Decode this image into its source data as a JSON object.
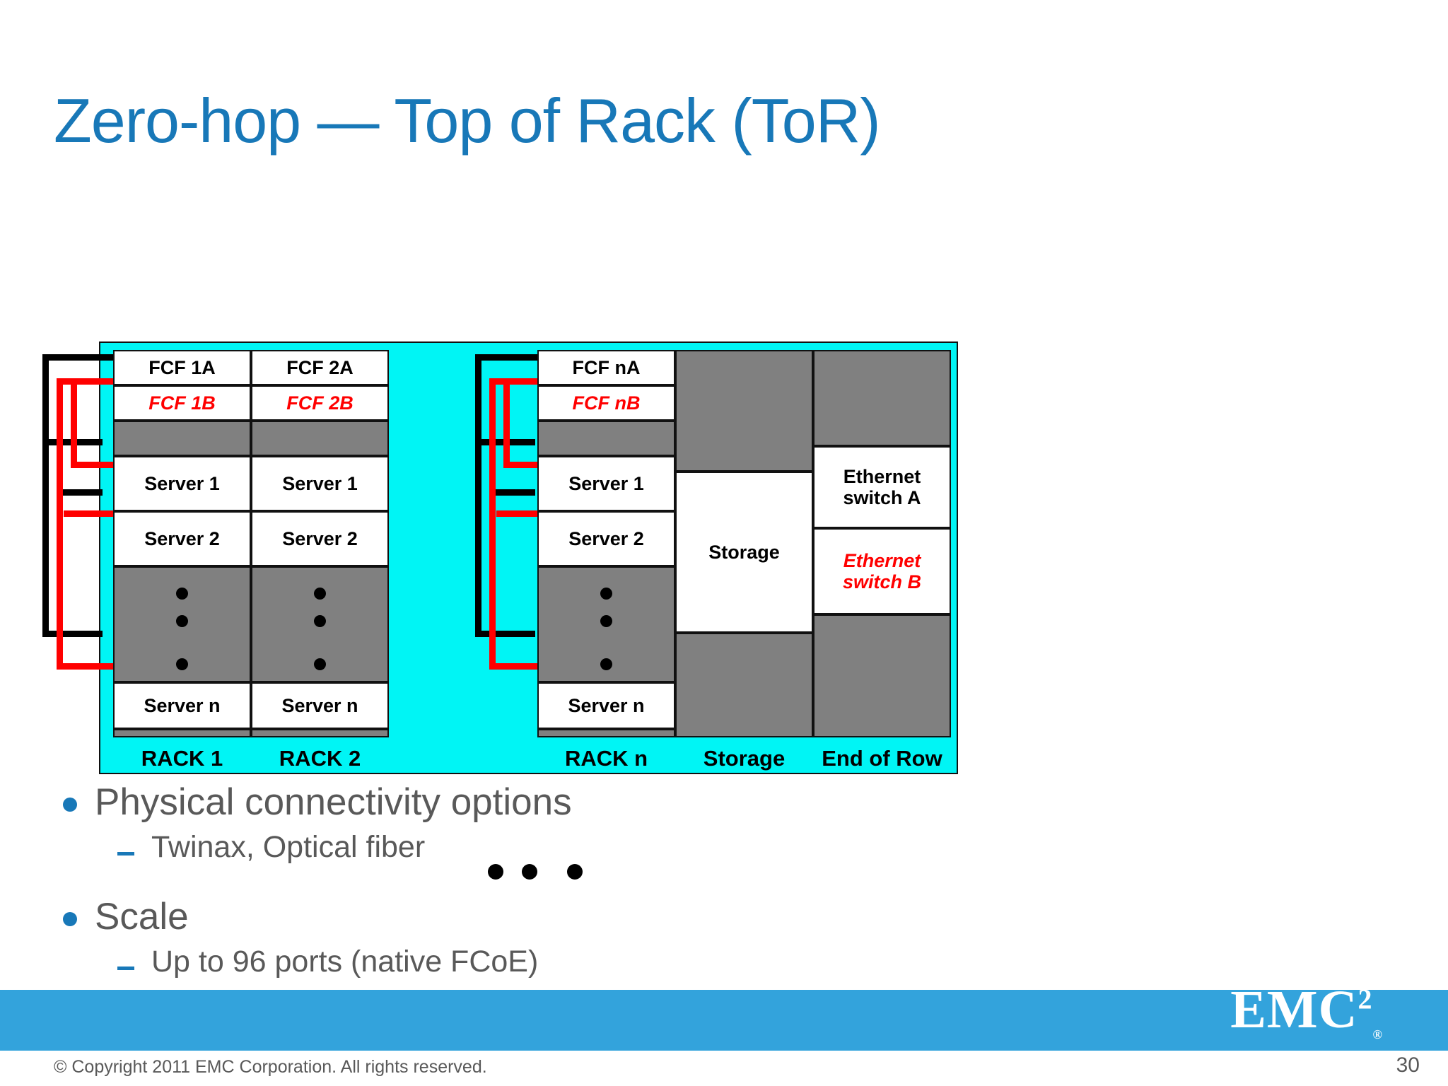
{
  "slide": {
    "title": "Zero-hop — Top of Rack (ToR)",
    "page_number": "30",
    "accent_color": "#1878b8",
    "footer_bar_color": "#33a3dc",
    "diagram_background": "#00f5f5"
  },
  "diagram": {
    "racks": [
      {
        "label": "RACK 1",
        "units": [
          {
            "text": "FCF 1A",
            "style": "white"
          },
          {
            "text": "FCF 1B",
            "style": "white-red-italic"
          },
          {
            "text": "",
            "style": "gray"
          },
          {
            "text": "Server 1",
            "style": "white"
          },
          {
            "text": "Server 2",
            "style": "white"
          },
          {
            "text": "",
            "style": "gray-dots"
          },
          {
            "text": "Server n",
            "style": "white"
          },
          {
            "text": "",
            "style": "gray-thin"
          }
        ]
      },
      {
        "label": "RACK 2",
        "units": [
          {
            "text": "FCF 2A",
            "style": "white"
          },
          {
            "text": "FCF 2B",
            "style": "white-red-italic"
          },
          {
            "text": "",
            "style": "gray"
          },
          {
            "text": "Server 1",
            "style": "white"
          },
          {
            "text": "Server 2",
            "style": "white"
          },
          {
            "text": "",
            "style": "gray-dots"
          },
          {
            "text": "Server n",
            "style": "white"
          },
          {
            "text": "",
            "style": "gray-thin"
          }
        ]
      },
      {
        "label": "RACK n",
        "units": [
          {
            "text": "FCF nA",
            "style": "white"
          },
          {
            "text": "FCF nB",
            "style": "white-red-italic"
          },
          {
            "text": "",
            "style": "gray"
          },
          {
            "text": "Server 1",
            "style": "white"
          },
          {
            "text": "Server 2",
            "style": "white"
          },
          {
            "text": "",
            "style": "gray-dots"
          },
          {
            "text": "Server n",
            "style": "white"
          },
          {
            "text": "",
            "style": "gray-thin"
          }
        ]
      }
    ],
    "storage_column": {
      "label": "Storage",
      "unit_label": "Storage"
    },
    "end_of_row_column": {
      "label": "End of Row",
      "switch_a": "Ethernet\nswitch A",
      "switch_a_line1": "Ethernet",
      "switch_a_line2": "switch A",
      "switch_b_line1": "Ethernet",
      "switch_b_line2": "switch B"
    },
    "ellipsis_between_racks": "• • •",
    "cable_colors": {
      "fabric_a": "#000000",
      "fabric_b": "#ff0000"
    }
  },
  "bullets": [
    {
      "level1": "Physical connectivity options",
      "level2": [
        "Twinax, Optical fiber"
      ]
    },
    {
      "level1": "Scale",
      "level2": [
        "Up to 96 ports (native FCoE)"
      ]
    }
  ],
  "footer": {
    "copyright": "© Copyright 2011 EMC Corporation. All rights reserved.",
    "logo_text": "EMC",
    "logo_sup": "2",
    "logo_reg": "®",
    "page_number": "30"
  }
}
